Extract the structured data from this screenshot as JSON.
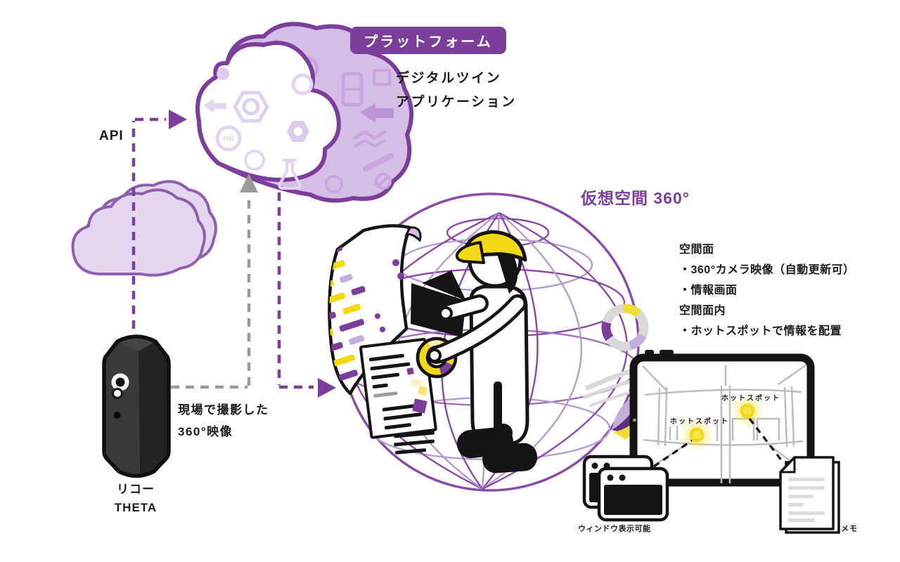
{
  "colors": {
    "purple": "#7B3F9B",
    "purple_light": "#D5BEE5",
    "lavender": "#C4AEDC",
    "globe_line": "#8A4BA6",
    "yellow": "#F3D914",
    "gray_arrow": "#999999",
    "wireframe_gray": "#BDBDBD",
    "black": "#1a1a1a"
  },
  "platform": {
    "badge_label": "プラットフォーム",
    "app_line1": "デジタルツイン",
    "app_line2": "アプリケーション",
    "cloud_on_text": "ON"
  },
  "api": {
    "label": "API"
  },
  "camera": {
    "name_line1": "リコー",
    "name_line2": "THETA",
    "caption_line1": "現場で撮影した",
    "caption_line2": "360°映像"
  },
  "virtual_space": {
    "title": "仮想空間 360°",
    "notes": [
      "空間面",
      "・360°カメラ映像（自動更新可）",
      "・情報画面",
      "空間面内",
      "・ホットスポットで情報を配置"
    ]
  },
  "tablet": {
    "hotspot_upper_label": "ホットスポット",
    "hotspot_lower_label": "ホットスポット"
  },
  "captions": {
    "windows": "ウィンドウ表示可能",
    "memo": "メモ"
  }
}
